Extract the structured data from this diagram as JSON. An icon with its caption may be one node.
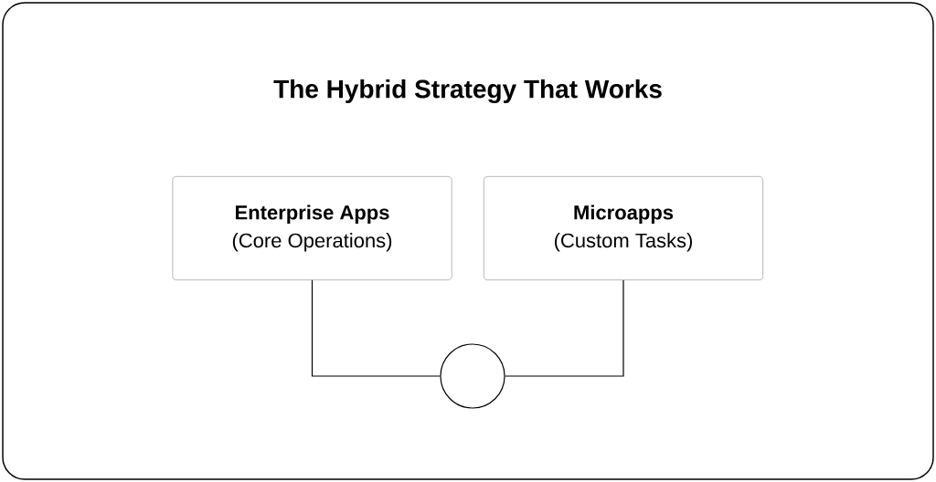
{
  "diagram": {
    "title": "The Hybrid Strategy That Works",
    "nodes": [
      {
        "text": [
          "Enterprise Apps",
          "(Core Operations)"
        ]
      },
      {
        "text": [
          "Microapps",
          "(Custom Tasks)"
        ]
      },
      {
        "text": [],
        "shape": "circle"
      }
    ],
    "edges": [
      {
        "from": 0,
        "to": 2,
        "arrow": "none"
      },
      {
        "from": 1,
        "to": 2,
        "arrow": "none"
      }
    ]
  }
}
